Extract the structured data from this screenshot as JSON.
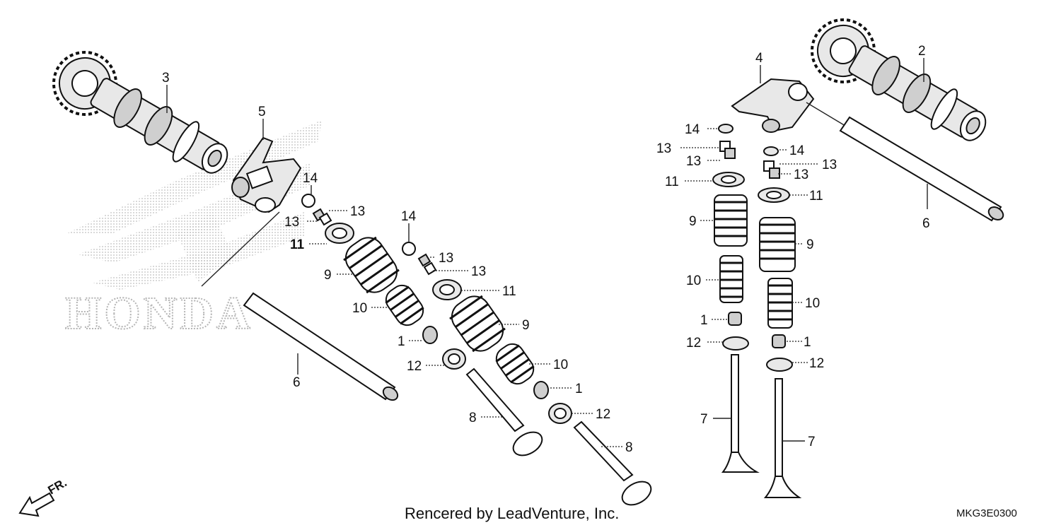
{
  "logo": {
    "text": "HONDA"
  },
  "footer": {
    "rendered_by": "Rencered by LeadVenture, Inc.",
    "diagram_code": "MKG3E0300"
  },
  "direction": {
    "label": "FR."
  },
  "callouts": {
    "c1a": "1",
    "c1b": "1",
    "c1c": "1",
    "c1d": "1",
    "c2": "2",
    "c3": "3",
    "c4": "4",
    "c5": "5",
    "c6a": "6",
    "c6b": "6",
    "c7a": "7",
    "c7b": "7",
    "c8a": "8",
    "c8b": "8",
    "c9a": "9",
    "c9b": "9",
    "c9c": "9",
    "c9d": "9",
    "c10a": "10",
    "c10b": "10",
    "c10c": "10",
    "c10d": "10",
    "c11a": "11",
    "c11b": "11",
    "c11c": "11",
    "c11d": "11",
    "c12a": "12",
    "c12b": "12",
    "c12c": "12",
    "c12d": "12",
    "c13a": "13",
    "c13b": "13",
    "c13c": "13",
    "c13d": "13",
    "c13e": "13",
    "c13f": "13",
    "c13g": "13",
    "c13h": "13",
    "c14a": "14",
    "c14b": "14",
    "c14c": "14",
    "c14d": "14"
  }
}
